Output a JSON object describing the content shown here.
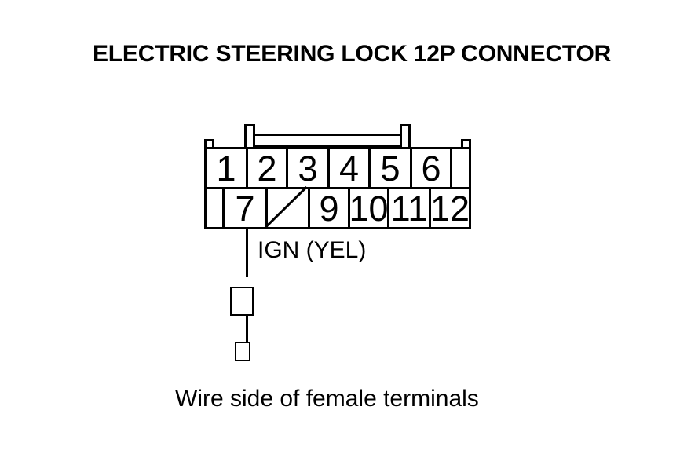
{
  "page": {
    "background_color": "#ffffff",
    "line_color": "#000000",
    "text_color": "#000000"
  },
  "title": "ELECTRIC STEERING LOCK 12P CONNECTOR",
  "connector": {
    "type": "12P connector, two staggered pin rows, wire side view",
    "top_row_pins": [
      "1",
      "2",
      "3",
      "4",
      "5",
      "6"
    ],
    "bottom_row_pins": [
      "7",
      "9",
      "10",
      "11",
      "12"
    ],
    "crossed_out_cavity": "cavity between pin 7 and pin 9 (pin 8 position) marked with diagonal slash"
  },
  "wire": {
    "from_pin": "7",
    "label": "IGN (YEL)"
  },
  "caption": "Wire side of female terminals"
}
